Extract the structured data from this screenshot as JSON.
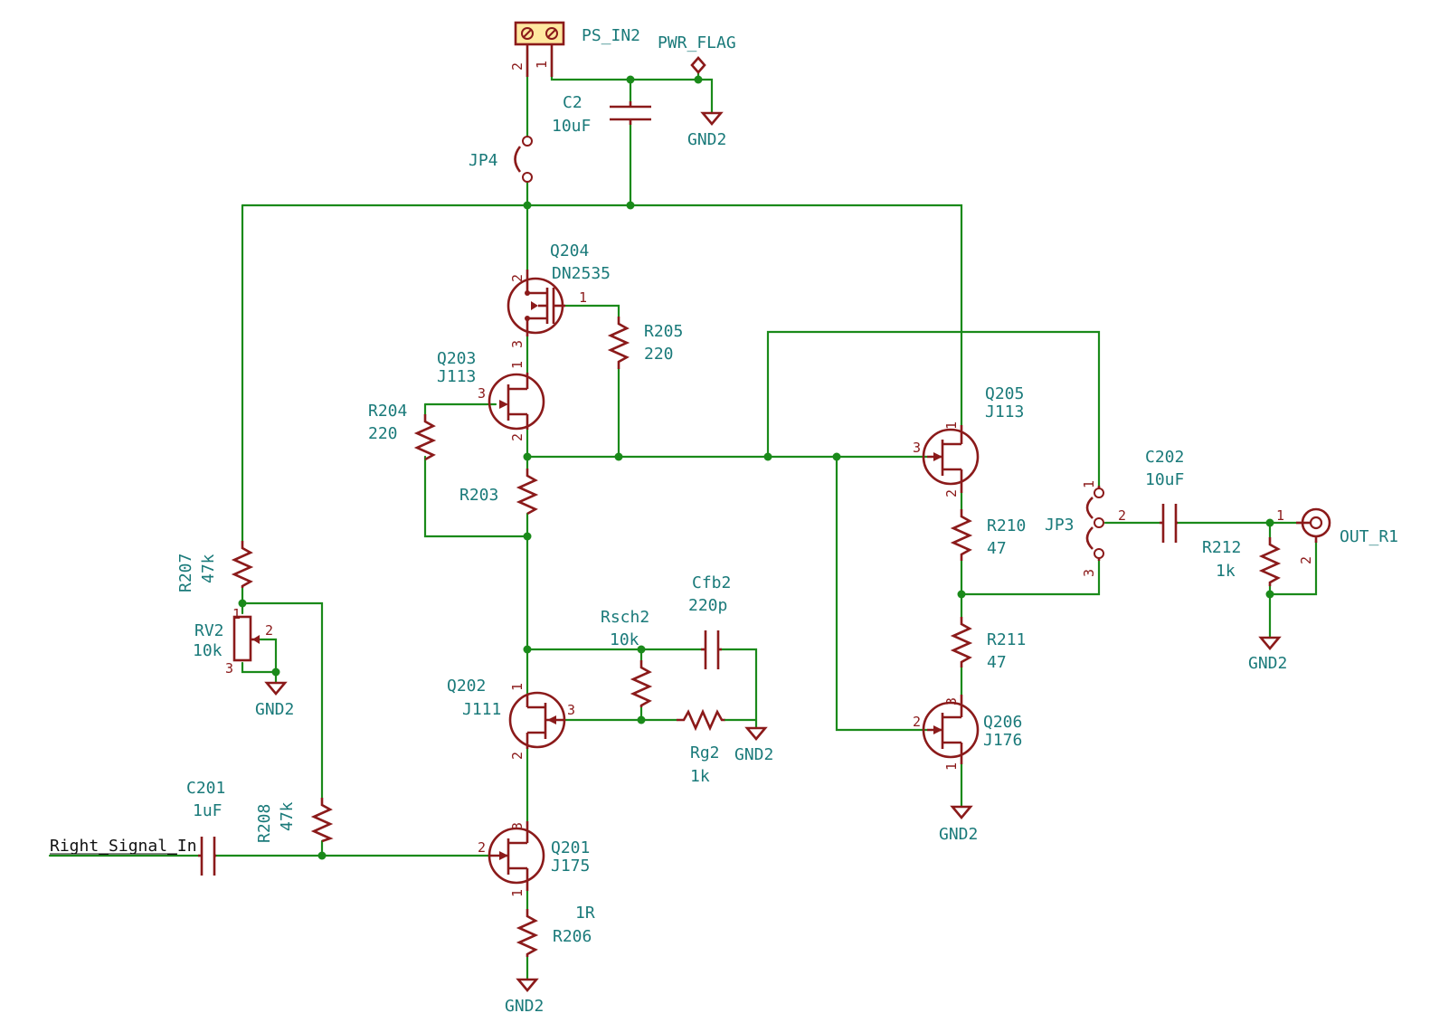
{
  "colors": {
    "wire": "#1a8a1a",
    "component": "#8b1a1a",
    "label": "#1a7a7a"
  },
  "net": {
    "input": "Right_Signal_In",
    "ground": "GND2",
    "power_flag": "PWR_FLAG"
  },
  "components": {
    "ps_in2": {
      "ref": "PS_IN2",
      "pin1": "1",
      "pin2": "2"
    },
    "c2": {
      "ref": "C2",
      "value": "10uF"
    },
    "jp4": {
      "ref": "JP4"
    },
    "q204": {
      "ref": "Q204",
      "value": "DN2535",
      "p1": "1",
      "p2": "2",
      "p3": "3"
    },
    "r205": {
      "ref": "R205",
      "value": "220"
    },
    "q203": {
      "ref": "Q203",
      "value": "J113",
      "p1": "1",
      "p2": "2",
      "p3": "3"
    },
    "r204": {
      "ref": "R204",
      "value": "220"
    },
    "r203": {
      "ref": "R203"
    },
    "r207": {
      "ref": "R207",
      "value": "47k"
    },
    "rv2": {
      "ref": "RV2",
      "value": "10k",
      "p1": "1",
      "p2": "2",
      "p3": "3"
    },
    "q202": {
      "ref": "Q202",
      "value": "J111",
      "p1": "1",
      "p2": "2",
      "p3": "3"
    },
    "rsch2": {
      "ref": "Rsch2",
      "value": "10k"
    },
    "cfb2": {
      "ref": "Cfb2",
      "value": "220p"
    },
    "rg2": {
      "ref": "Rg2",
      "value": "1k"
    },
    "c201": {
      "ref": "C201",
      "value": "1uF"
    },
    "r208": {
      "ref": "R208",
      "value": "47k"
    },
    "q201": {
      "ref": "Q201",
      "value": "J175",
      "p1": "1",
      "p2": "2",
      "p3": "3"
    },
    "r206": {
      "ref": "R206",
      "value": "1R"
    },
    "q205": {
      "ref": "Q205",
      "value": "J113",
      "p1": "1",
      "p2": "2",
      "p3": "3"
    },
    "r210": {
      "ref": "R210",
      "value": "47"
    },
    "r211": {
      "ref": "R211",
      "value": "47"
    },
    "q206": {
      "ref": "Q206",
      "value": "J176",
      "p1": "1",
      "p2": "2",
      "p3": "3"
    },
    "jp3": {
      "ref": "JP3",
      "p1": "1",
      "p2": "2",
      "p3": "3"
    },
    "c202": {
      "ref": "C202",
      "value": "10uF"
    },
    "r212": {
      "ref": "R212",
      "value": "1k"
    },
    "out_r1": {
      "ref": "OUT_R1",
      "p1": "1",
      "p2": "2"
    }
  }
}
